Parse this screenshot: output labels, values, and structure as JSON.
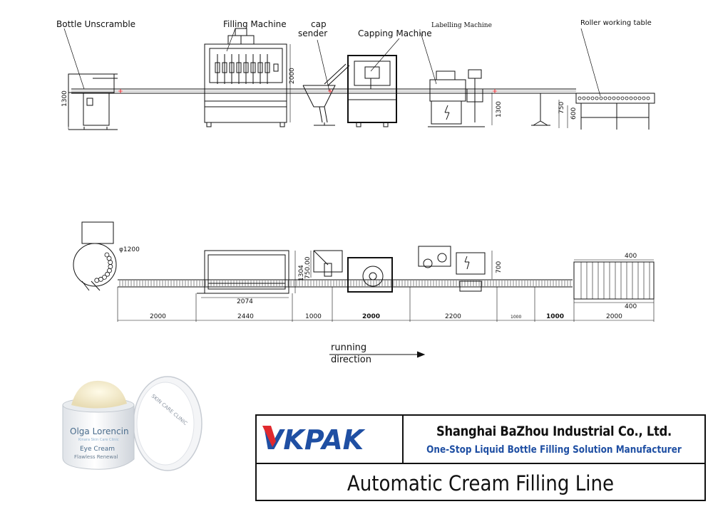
{
  "side_view": {
    "labels": {
      "bottle_unscramble": "Bottle Unscramble",
      "filling_machine": "Filling Machine",
      "cap_sender_line1": "cap",
      "cap_sender_line2": "sender",
      "capping_machine": "Capping Machine",
      "labelling_machine": "Labelling Machine",
      "roller_table": "Roller working table"
    },
    "dims": {
      "unscramble_height": "1300",
      "filling_height": "2000",
      "labelling_height": "1300",
      "roller_height_a": "750",
      "roller_height_b": "600"
    }
  },
  "top_view": {
    "dims": {
      "turntable_diameter": "φ1200",
      "filler_width": "2074",
      "filler_depth": "1304",
      "capper_height": "750.00",
      "labeller_depth": "700",
      "table_width_top": "400",
      "table_width_bottom": "400",
      "seg_1": "2000",
      "seg_2": "2440",
      "seg_3": "1000",
      "seg_4": "2000",
      "seg_5": "2200",
      "seg_6": "1000",
      "seg_7": "1000",
      "seg_8": "2000"
    }
  },
  "running_direction": {
    "line1": "running",
    "line2": "direction"
  },
  "product_image": {
    "brand": "Olga Lorencin",
    "sub_brand": "Kinara Skin Care Clinic",
    "product": "Eye Cream",
    "tagline": "Flawless Renewal",
    "lid_text": "SKIN CARE CLINIC"
  },
  "title_block": {
    "logo": "VKPAK",
    "company": "Shanghai BaZhou Industrial Co., Ltd.",
    "subtitle": "One-Stop Liquid Bottle Filling Solution Manufacturer",
    "drawing_title": "Automatic Cream Filling Line"
  },
  "colors": {
    "logo_blue": "#1f4fa3",
    "logo_red": "#e0292e",
    "subtitle_blue": "#1f4fa3",
    "line": "#111111"
  }
}
